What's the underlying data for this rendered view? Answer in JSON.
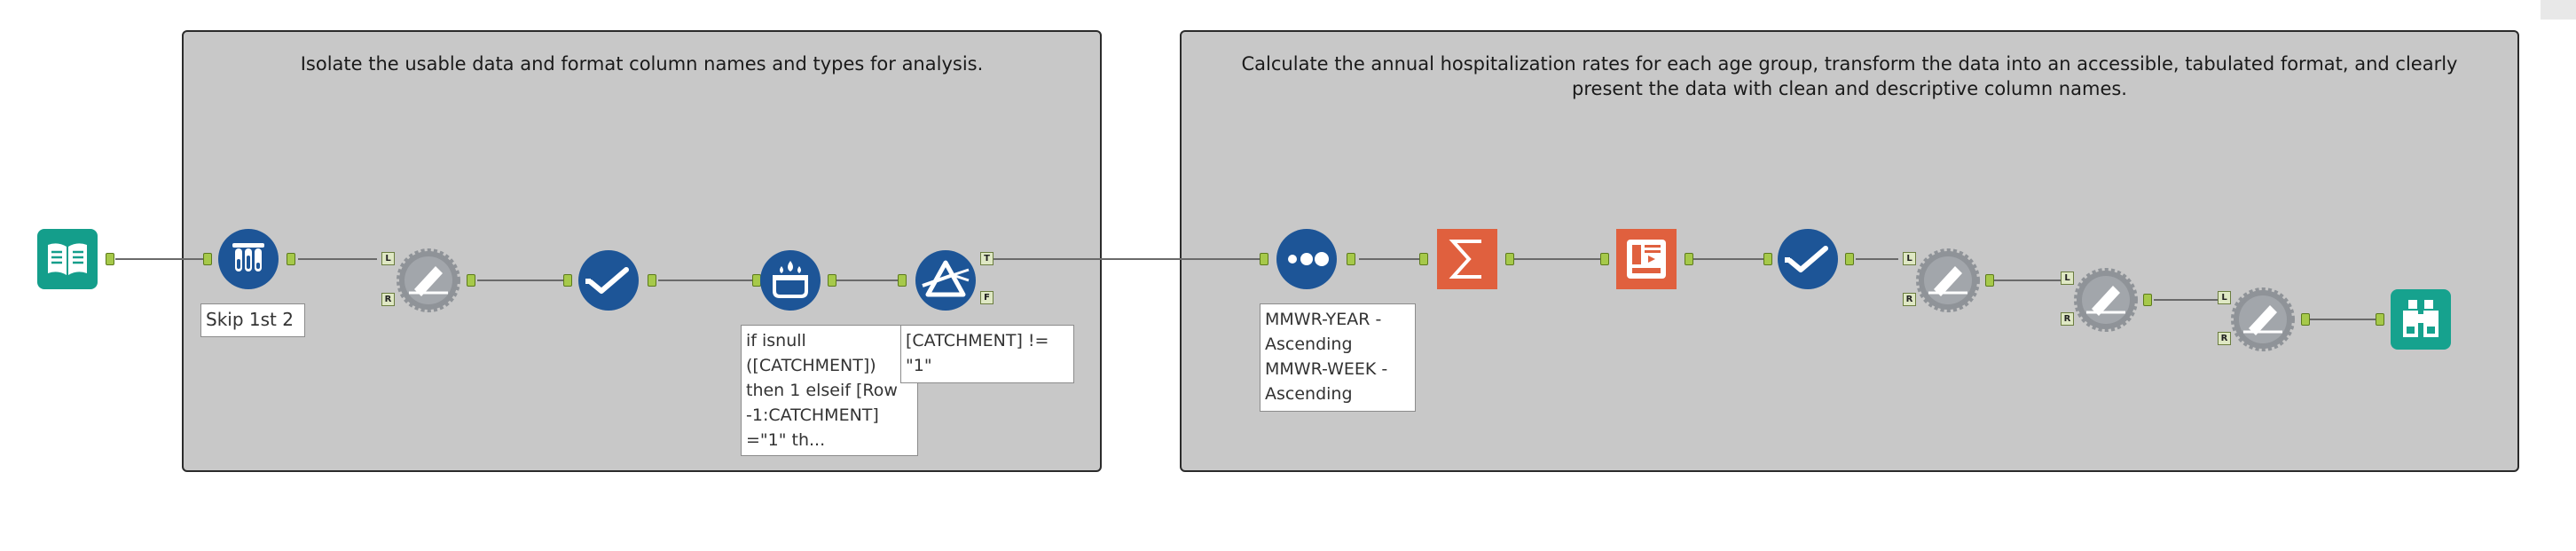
{
  "containers": {
    "left": {
      "title": "Isolate the usable data and format column names and types for analysis."
    },
    "right": {
      "title": "Calculate the annual hospitalization rates for each age group, transform the data into an accessible, tabulated format, and clearly present the data with clean and descriptive column names."
    }
  },
  "annotations": {
    "sample": "Skip 1st 2",
    "formula": "if isnull\n([CATCHMENT])\nthen 1 elseif [Row\n-1:CATCHMENT]\n=\"1\" th...",
    "filter": "[CATCHMENT] !=\n\"1\"",
    "sort": "MMWR-YEAR -\nAscending\nMMWR-WEEK -\nAscending"
  },
  "ports": {
    "true_label": "T",
    "false_label": "F",
    "left_label": "L",
    "right_label": "R"
  },
  "colors": {
    "input_teal": "#149e8b",
    "browse_teal": "#16a28e",
    "prep_blue": "#1d5597",
    "transform_orange": "#e0603e",
    "join_gray": "#8f9398",
    "container_bg": "#c8c8c8"
  },
  "icons": {
    "input": "book-icon",
    "sample": "test-tubes-icon",
    "select": "checkmark-icon",
    "formula": "flask-icon",
    "filter": "prism-icon",
    "sort": "dots-icon",
    "summarize": "sigma-icon",
    "cross_tab": "crosstab-icon",
    "join": "gear-join-icon",
    "browse": "binoculars-icon"
  }
}
